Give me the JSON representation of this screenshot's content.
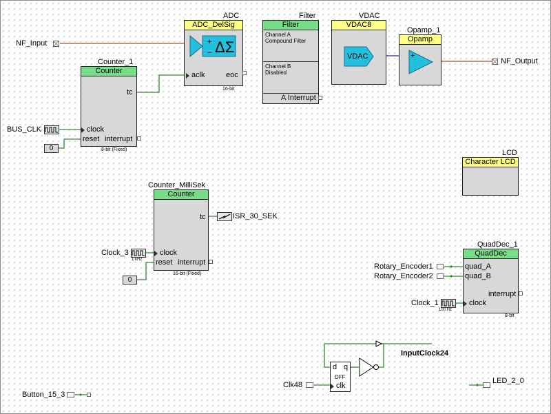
{
  "colors": {
    "wire_green": "#2e8b2e",
    "wire_red": "#a0522d",
    "wire_blue": "#2828a0",
    "header_green": "#77dd88",
    "header_yellow": "#ffff88",
    "comp_fill": "#d8d8d8",
    "analog_cyan": "#22c0dd"
  },
  "adc": {
    "instance": "ADC",
    "type": "ADC_DelSig",
    "pin_aclk": "aclk",
    "pin_eoc": "eoc",
    "bits": "16-bit",
    "symbol": "ΔΣ"
  },
  "filter": {
    "instance": "Filter",
    "type": "Filter",
    "ch_a_line1": "Channel A",
    "ch_a_line2": "Compound Filter",
    "ch_b_line1": "Channel B",
    "ch_b_line2": "Disabled",
    "pin_a_interrupt": "A Interrupt"
  },
  "vdac": {
    "instance": "VDAC",
    "type": "VDAC8",
    "symbol": "VDAC"
  },
  "opamp": {
    "instance": "Opamp_1",
    "type": "Opamp",
    "plus": "+"
  },
  "counter1": {
    "instance": "Counter_1",
    "type": "Counter",
    "pin_tc": "tc",
    "pin_clock": "clock",
    "pin_reset": "reset",
    "pin_interrupt": "interrupt",
    "note": "8-bit (Fixed)"
  },
  "counter_ms": {
    "instance": "Counter_MilliSek",
    "type": "Counter",
    "pin_tc": "tc",
    "pin_clock": "clock",
    "pin_reset": "reset",
    "pin_interrupt": "interrupt",
    "note": "16-bit (Fixed)"
  },
  "lcd": {
    "instance": "LCD",
    "type": "Character LCD"
  },
  "quaddec": {
    "instance": "QuadDec_1",
    "type": "QuadDec",
    "pin_a": "quad_A",
    "pin_b": "quad_B",
    "pin_interrupt": "interrupt",
    "pin_clock": "clock",
    "note": "8-bit"
  },
  "dff": {
    "d": "d",
    "q": "q",
    "label": "DFF",
    "clk": "clk"
  },
  "labels": {
    "nf_input": "NF_Input",
    "nf_output": "NF_Output",
    "bus_clk": "BUS_CLK",
    "zero_1": "0",
    "zero_2": "0",
    "clock_3": "Clock_3",
    "clock_3_freq": "1 kHz",
    "isr": "ISR_30_SEK",
    "rotary_1": "Rotary_Encoder1",
    "rotary_2": "Rotary_Encoder2",
    "clock_1": "Clock_1",
    "clock_1_freq": "100 Hz",
    "input_clock24": "InputClock24",
    "clk48": "Clk48",
    "button": "Button_15_3",
    "led": "LED_2_0"
  },
  "icons": {
    "input_pin": "input-pin-icon",
    "output_pin": "output-pin-icon",
    "clock": "clock-waveform-icon",
    "isr": "isr-icon",
    "digital_pin": "digital-pin-icon",
    "buffer": "buffer-icon",
    "inverter": "inverter-icon",
    "amplifier": "opamp-triangle-icon"
  }
}
